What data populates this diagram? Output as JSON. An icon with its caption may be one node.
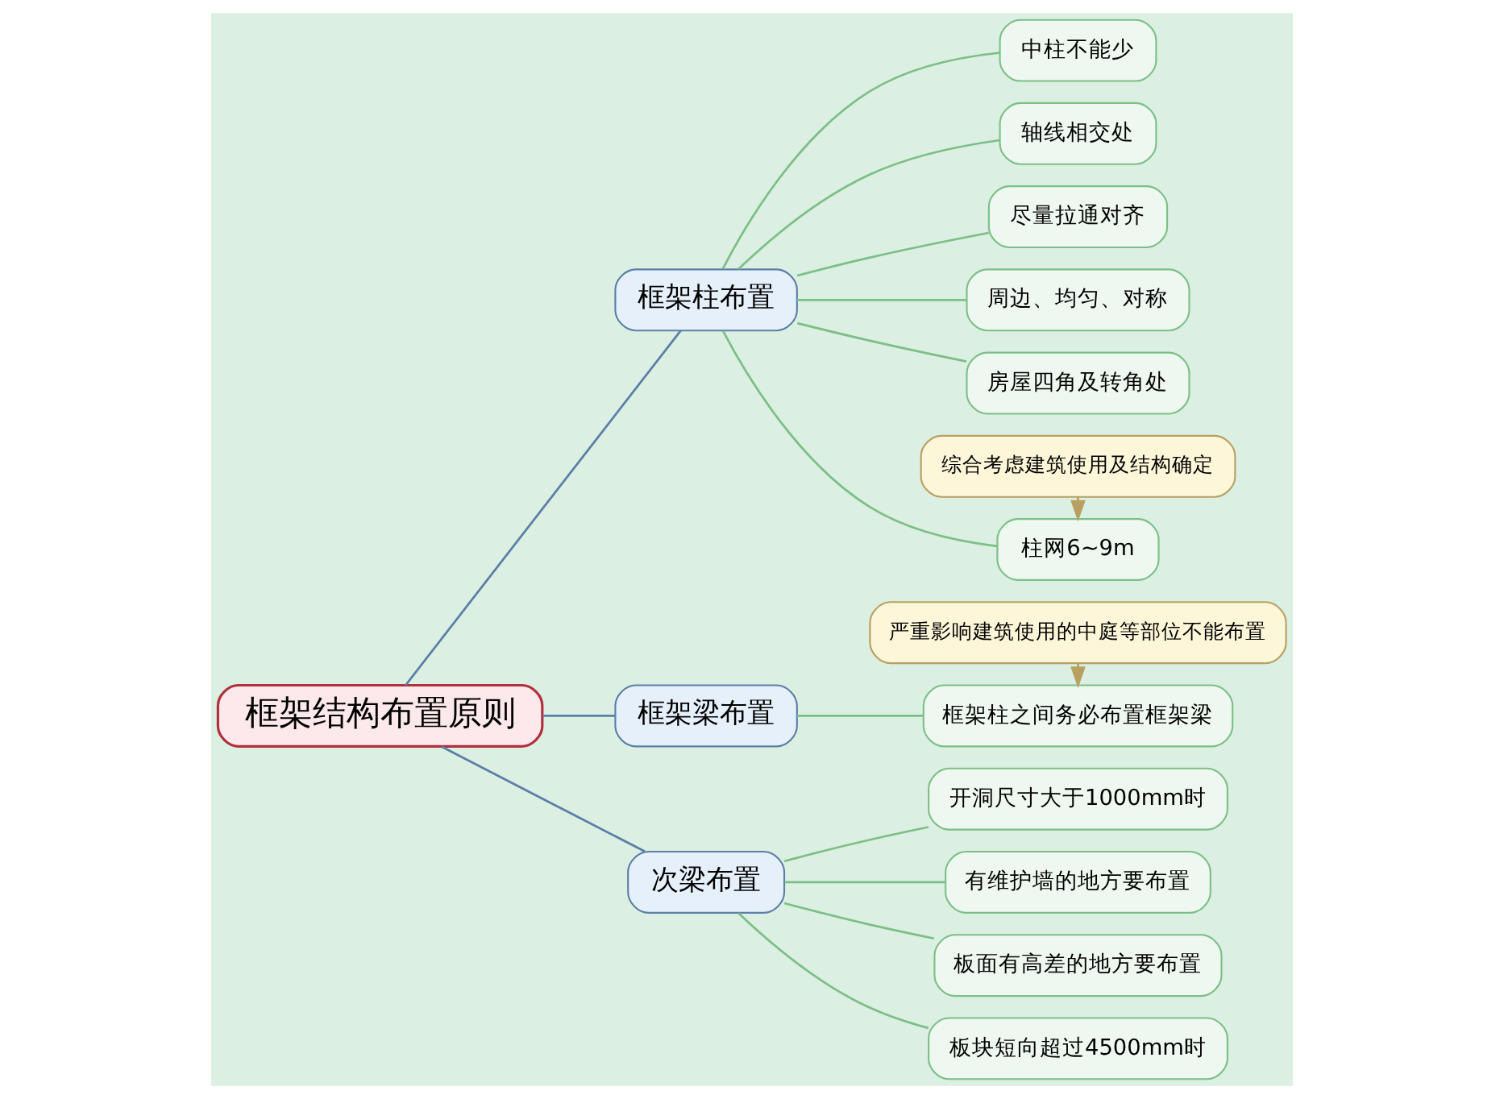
{
  "diagram": {
    "nodes": [
      {
        "text": [
          "框架结构布置原则"
        ]
      },
      {
        "text": [
          "框架柱布置"
        ]
      },
      {
        "text": [
          "周边、均匀、对称"
        ]
      },
      {
        "text": [
          "房屋四角及转角处"
        ]
      },
      {
        "text": [
          "中柱不能少"
        ]
      },
      {
        "text": [
          "轴线相交处"
        ]
      },
      {
        "text": [
          "综合考虑建筑使用及结构确定"
        ]
      },
      {
        "text": [
          "柱网6~9m"
        ]
      },
      {
        "text": [
          "尽量拉通对齐"
        ]
      },
      {
        "text": [
          "框架梁布置"
        ]
      },
      {
        "text": [
          "严重影响建筑使用的中庭等部位不能布置"
        ]
      },
      {
        "text": [
          "框架柱之间务必布置框架梁"
        ]
      },
      {
        "text": [
          "次梁布置"
        ]
      },
      {
        "text": [
          "有维护墙的地方要布置"
        ]
      },
      {
        "text": [
          "板面有高差的地方要布置"
        ]
      },
      {
        "text": [
          "板块短向超过4500mm时"
        ]
      },
      {
        "text": [
          "开洞尺寸大于1000mm时"
        ]
      }
    ],
    "edges": [
      {
        "from": 0,
        "to": 1,
        "arrow": "none",
        "color": "#5b7fa6"
      },
      {
        "from": 0,
        "to": 9,
        "arrow": "none",
        "color": "#5b7fa6"
      },
      {
        "from": 0,
        "to": 12,
        "arrow": "none",
        "color": "#5b7fa6"
      },
      {
        "from": 1,
        "to": 2,
        "arrow": "none"
      },
      {
        "from": 1,
        "to": 3,
        "arrow": "none"
      },
      {
        "from": 1,
        "to": 4,
        "arrow": "none"
      },
      {
        "from": 1,
        "to": 5,
        "arrow": "none"
      },
      {
        "from": 1,
        "to": 7,
        "arrow": "none"
      },
      {
        "from": 1,
        "to": 8,
        "arrow": "none"
      },
      {
        "from": 6,
        "to": 7,
        "arrow": "to",
        "color": "#b8a060"
      },
      {
        "from": 9,
        "to": 11,
        "arrow": "none"
      },
      {
        "from": 10,
        "to": 11,
        "arrow": "to",
        "color": "#b8a060"
      },
      {
        "from": 12,
        "to": 13,
        "arrow": "none"
      },
      {
        "from": 12,
        "to": 14,
        "arrow": "none"
      },
      {
        "from": 12,
        "to": 15,
        "arrow": "none"
      },
      {
        "from": 12,
        "to": 16,
        "arrow": "none"
      }
    ]
  }
}
